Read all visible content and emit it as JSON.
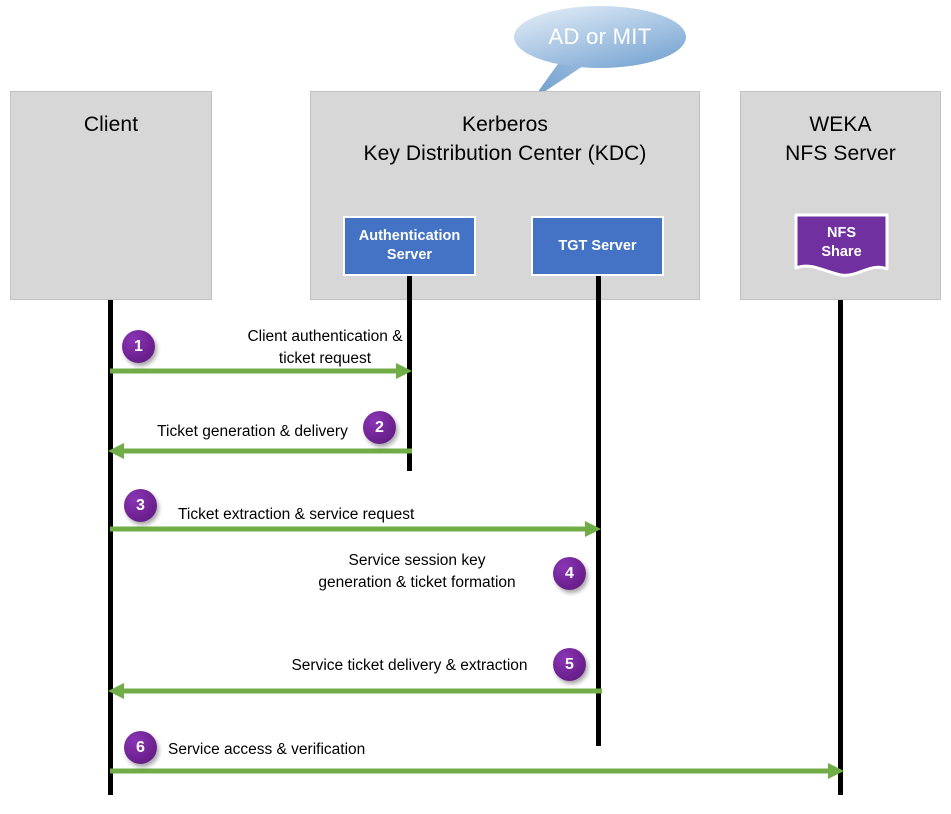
{
  "diagram": {
    "title": "Kerberos authentication sequence for WEKA NFS",
    "type": "sequence-diagram",
    "colors": {
      "actor_box": "#d7d7d7",
      "component": "#4472c4",
      "nfs_share": "#7030a0",
      "arrow": "#70ad47",
      "badge": "#6d2190",
      "bubble": "#a7c6e8",
      "lifeline": "#000000"
    }
  },
  "callout": {
    "label": "AD or MIT"
  },
  "actors": [
    {
      "id": "client",
      "title": "Client",
      "lines": [
        "Client"
      ]
    },
    {
      "id": "kdc",
      "title": "Kerberos Key Distribution Center (KDC)",
      "lines": [
        "Kerberos",
        "Key Distribution Center (KDC)"
      ]
    },
    {
      "id": "weka",
      "title": "WEKA NFS Server",
      "lines": [
        "WEKA",
        "NFS Server"
      ]
    }
  ],
  "components": [
    {
      "id": "auth-server",
      "lines": [
        "Authentication",
        "Server"
      ],
      "parent": "kdc"
    },
    {
      "id": "tgt-server",
      "lines": [
        "TGT Server"
      ],
      "parent": "kdc"
    },
    {
      "id": "nfs-share",
      "lines": [
        "NFS",
        "Share"
      ],
      "parent": "weka"
    }
  ],
  "steps": [
    {
      "number": "1",
      "label": "Client authentication &\nticket request",
      "from": "client",
      "to": "auth-server",
      "direction": "right",
      "has_arrow": true
    },
    {
      "number": "2",
      "label": "Ticket generation & delivery",
      "from": "auth-server",
      "to": "client",
      "direction": "left",
      "has_arrow": true
    },
    {
      "number": "3",
      "label": "Ticket extraction & service request",
      "from": "client",
      "to": "tgt-server",
      "direction": "right",
      "has_arrow": true
    },
    {
      "number": "4",
      "label": "Service session key\ngeneration & ticket formation",
      "from": "tgt-server",
      "to": "tgt-server",
      "direction": "none",
      "has_arrow": false
    },
    {
      "number": "5",
      "label": "Service ticket delivery & extraction",
      "from": "tgt-server",
      "to": "client",
      "direction": "left",
      "has_arrow": true
    },
    {
      "number": "6",
      "label": "Service access & verification",
      "from": "client",
      "to": "weka",
      "direction": "right",
      "has_arrow": true
    }
  ]
}
